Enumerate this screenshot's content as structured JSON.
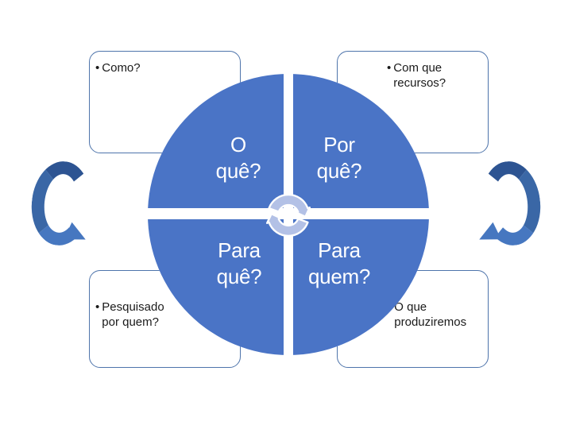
{
  "theme": {
    "colors": {
      "background": "#ffffff",
      "quadrant-blue": "#4a74c6",
      "quadrant-text": "#ffffff",
      "box-border": "#4e74ab",
      "note-text": "#1a1a1a",
      "arrow-dark": "#2d5492",
      "arrow-mid": "#3a67a6",
      "arrow-light": "#4677c0",
      "cycle-icon-fill": "#b3c1e6"
    }
  },
  "diagram": {
    "corner_notes": [
      {
        "position": "top-left",
        "bullet": "•",
        "text": "Como?"
      },
      {
        "position": "top-right",
        "bullet": "•",
        "text": "Com que recursos?"
      },
      {
        "position": "bottom-left",
        "bullet": "•",
        "text": "Pesquisado por quem?"
      },
      {
        "position": "bottom-right",
        "bullet": "•",
        "text": "O que produziremos"
      }
    ],
    "quadrants": [
      {
        "position": "top-left",
        "label": "O quê?",
        "lines": [
          "O",
          "quê?"
        ]
      },
      {
        "position": "top-right",
        "label": "Por quê?",
        "lines": [
          "Por",
          "quê?"
        ]
      },
      {
        "position": "bottom-left",
        "label": "Para quê?",
        "lines": [
          "Para",
          "quê?"
        ]
      },
      {
        "position": "bottom-right",
        "label": "Para quem?",
        "lines": [
          "Para",
          "quem?"
        ]
      }
    ],
    "icons": {
      "center": "cycle-arrows-icon",
      "left": "curved-arrow-left-icon",
      "right": "curved-arrow-right-icon"
    }
  }
}
